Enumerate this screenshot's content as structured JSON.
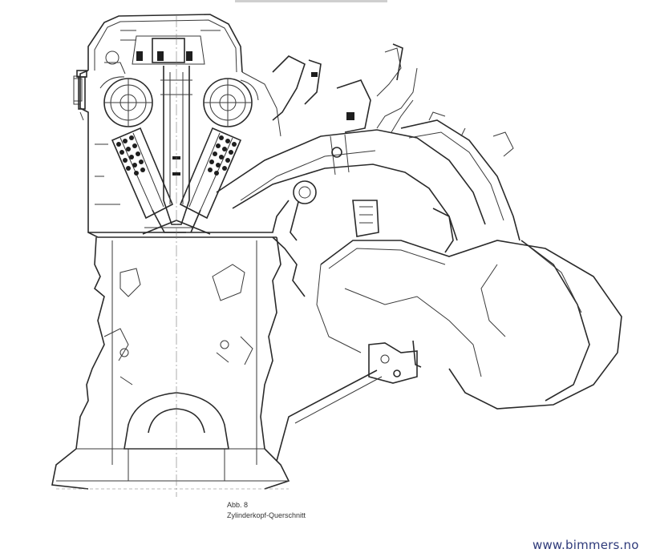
{
  "caption": {
    "figure_number": "Abb. 8",
    "figure_title": "Zylinderkopf-Querschnitt"
  },
  "watermark": {
    "text": "www.bimmers.no",
    "color": "#2e3a7a"
  },
  "drawing": {
    "subject": "engine cylinder head cross-section line drawing",
    "line_color": "#2a2a2a",
    "background": "#ffffff"
  }
}
